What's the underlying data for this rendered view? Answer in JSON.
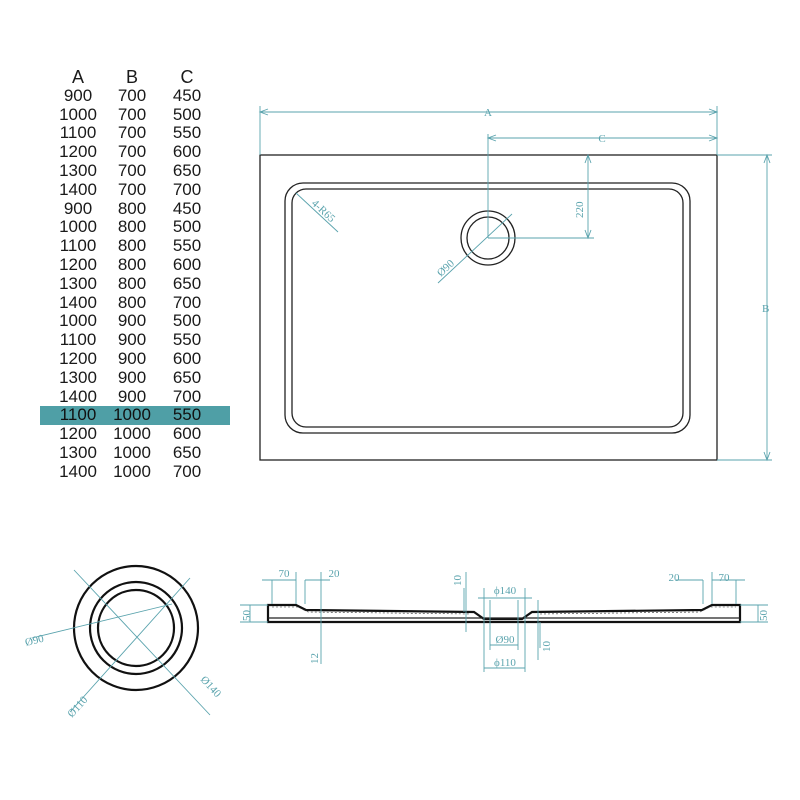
{
  "size_table": {
    "headers": [
      "A",
      "B",
      "C"
    ],
    "rows": [
      [
        "900",
        "700",
        "450"
      ],
      [
        "1000",
        "700",
        "500"
      ],
      [
        "1100",
        "700",
        "550"
      ],
      [
        "1200",
        "700",
        "600"
      ],
      [
        "1300",
        "700",
        "650"
      ],
      [
        "1400",
        "700",
        "700"
      ],
      [
        "900",
        "800",
        "450"
      ],
      [
        "1000",
        "800",
        "500"
      ],
      [
        "1100",
        "800",
        "550"
      ],
      [
        "1200",
        "800",
        "600"
      ],
      [
        "1300",
        "800",
        "650"
      ],
      [
        "1400",
        "800",
        "700"
      ],
      [
        "1000",
        "900",
        "500"
      ],
      [
        "1100",
        "900",
        "550"
      ],
      [
        "1200",
        "900",
        "600"
      ],
      [
        "1300",
        "900",
        "650"
      ],
      [
        "1400",
        "900",
        "700"
      ],
      [
        "1100",
        "1000",
        "550"
      ],
      [
        "1200",
        "1000",
        "600"
      ],
      [
        "1300",
        "1000",
        "650"
      ],
      [
        "1400",
        "1000",
        "700"
      ]
    ],
    "highlighted_row": 17,
    "highlight_color": "#4f9fa6"
  },
  "top_view": {
    "dim_a": "A",
    "dim_b": "B",
    "dim_c": "C",
    "dim_drain_offset": "220",
    "corner_radius": "4-R65",
    "drain_diameter": "Ø90"
  },
  "drain_detail": {
    "d_inner": "Ø90",
    "d_mid": "Ø110",
    "d_outer": "Ø140"
  },
  "section_view": {
    "left_edge": "70",
    "left_slope": "20",
    "right_slope": "20",
    "right_edge": "70",
    "height_left": "50",
    "height_right": "50",
    "center_top": "10",
    "center_bottom": "10",
    "floor_depth": "12",
    "drain_outer": "ϕ140",
    "drain_inner": "Ø90",
    "drain_mid": "ϕ110"
  },
  "colors": {
    "dimension_line": "#5aa3ad",
    "outline": "#222222",
    "highlight": "#4f9fa6"
  }
}
